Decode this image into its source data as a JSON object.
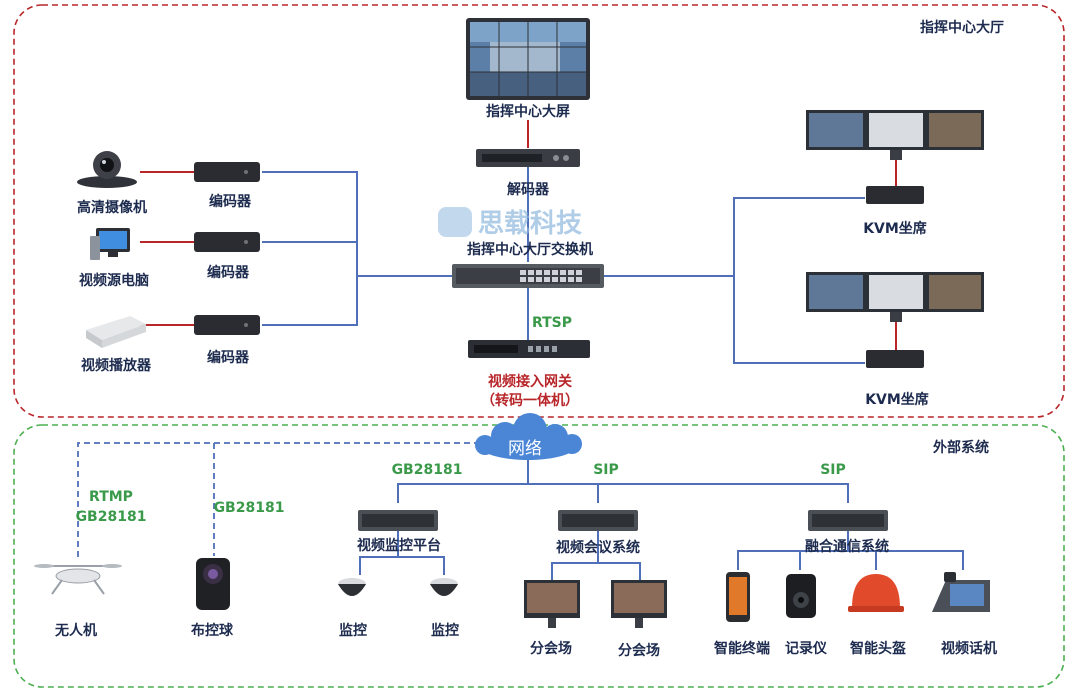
{
  "zones": {
    "hall_title": "指挥中心大厅",
    "external_title": "外部系统"
  },
  "watermark": "思载科技",
  "cloud": {
    "label": "网络"
  },
  "nodes": {
    "big_screen": "指挥中心大屏",
    "decoder": "解码器",
    "switch": "指挥中心大厅交换机",
    "gateway_line1": "视频接入网关",
    "gateway_line2": "（转码一体机）",
    "camera": "高清摄像机",
    "source_pc": "视频源电脑",
    "player": "视频播放器",
    "encoder1": "编码器",
    "encoder2": "编码器",
    "encoder3": "编码器",
    "kvm1": "KVM坐席",
    "kvm2": "KVM坐席",
    "drone": "无人机",
    "dome": "布控球",
    "vms": "视频监控平台",
    "conf": "视频会议系统",
    "fusion": "融合通信系统",
    "cam_a": "监控",
    "cam_b": "监控",
    "venue_a": "分会场",
    "venue_b": "分会场",
    "terminal": "智能终端",
    "recorder": "记录仪",
    "helmet": "智能头盔",
    "videophone": "视频话机"
  },
  "protocols": {
    "rtsp": "RTSP",
    "rtmp": "RTMP",
    "gb_drone": "GB28181",
    "gb_dome": "GB28181",
    "gb_vms": "GB28181",
    "sip_conf": "SIP",
    "sip_fusion": "SIP"
  },
  "colors": {
    "link_blue": "#4f6fb8",
    "link_red": "#b8262a",
    "zone_border_red": "#b8262a",
    "zone_border_green": "#4caf50",
    "cloud": "#4b86d6"
  }
}
